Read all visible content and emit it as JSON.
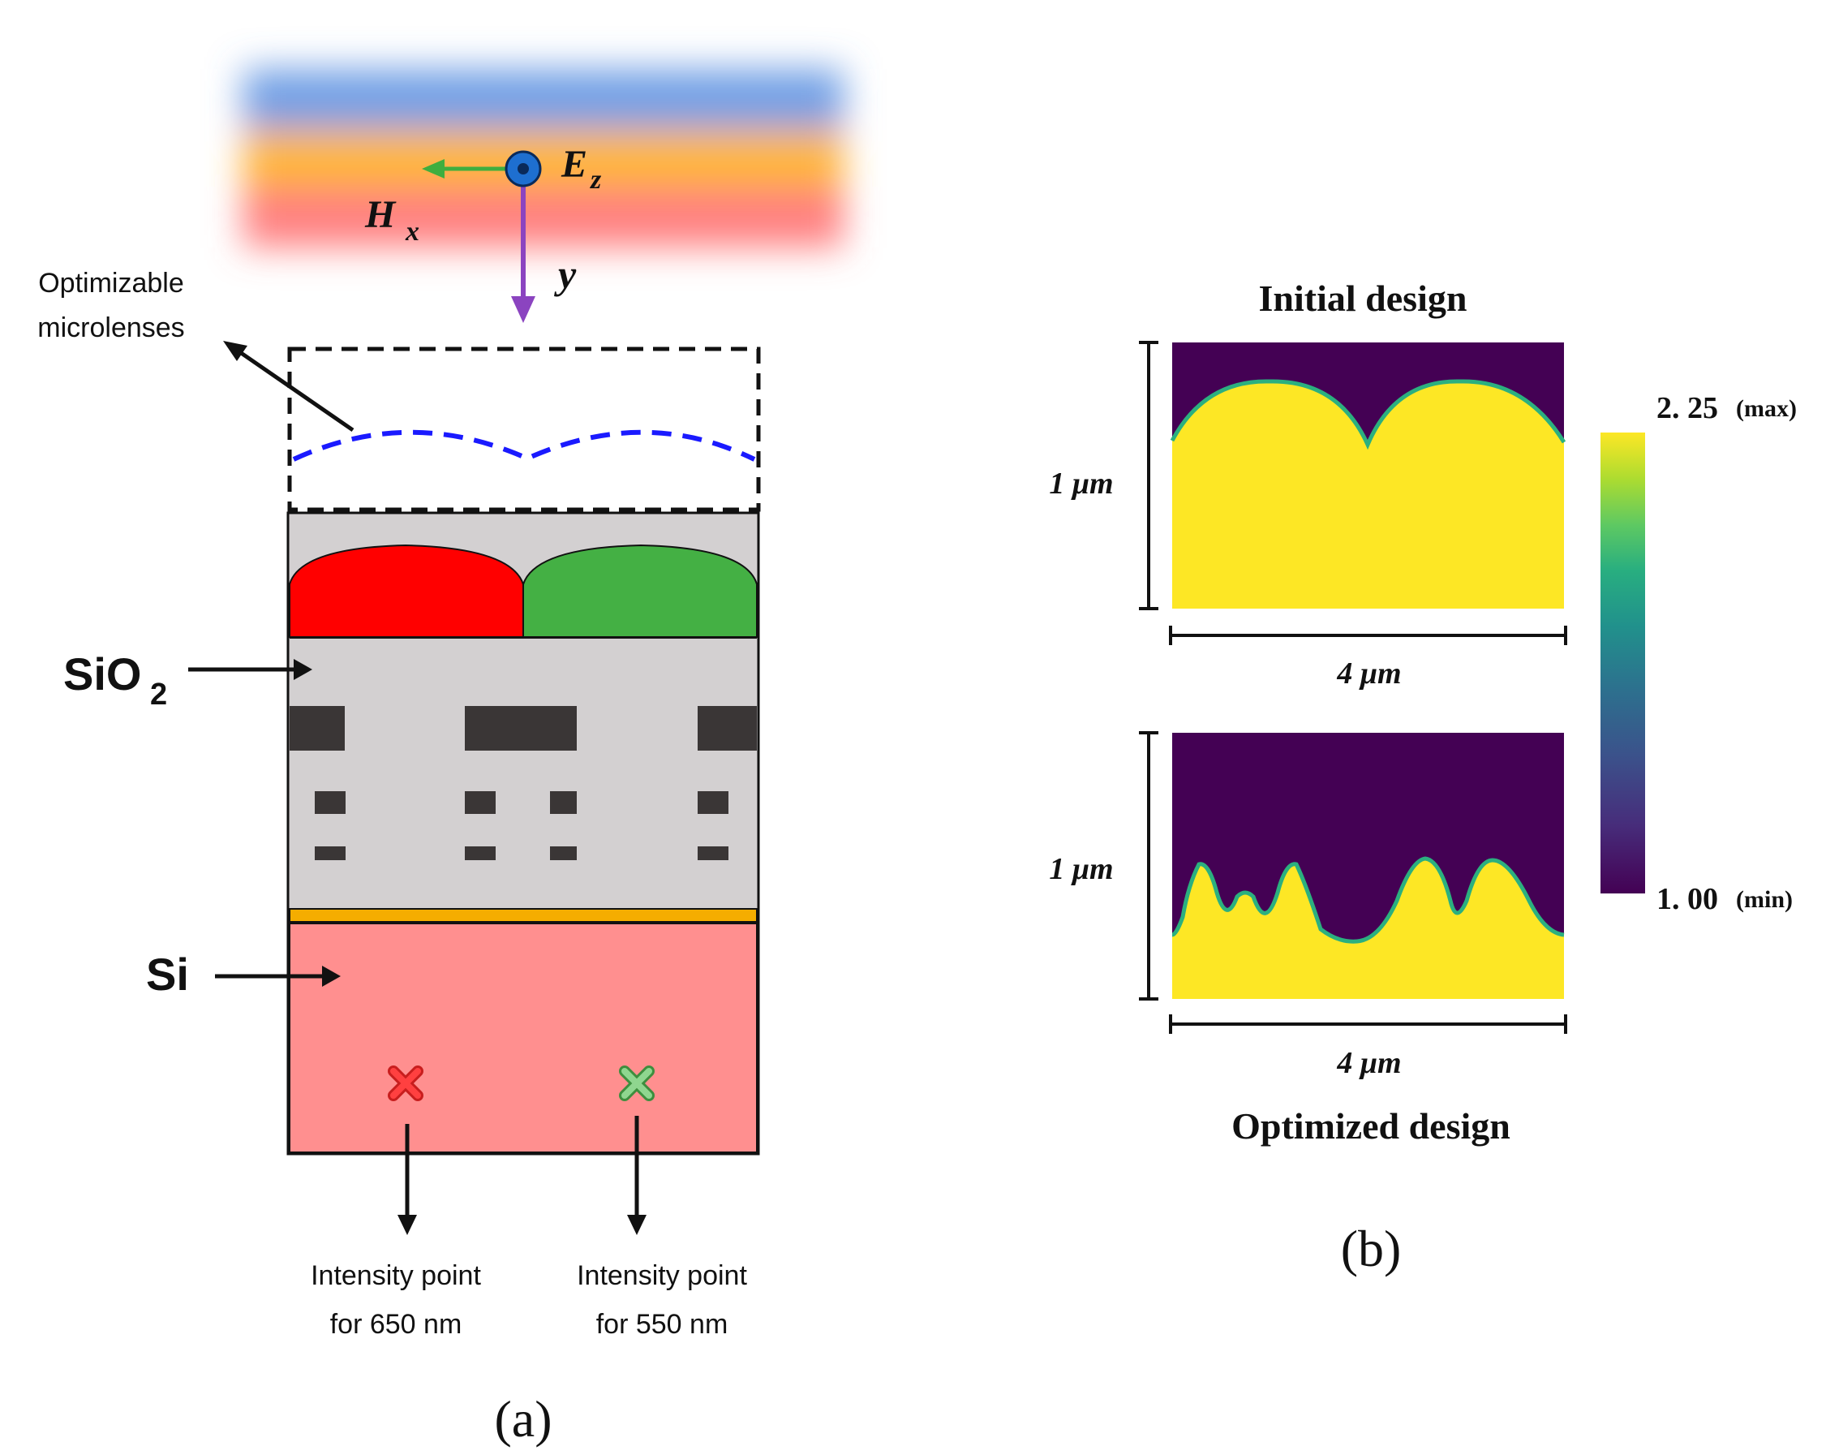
{
  "panel_a": {
    "labels": {
      "field_e": "E",
      "field_e_sub": "z",
      "field_h": "H",
      "field_h_sub": "x",
      "axis_y": "y",
      "microlens_line1": "Optimizable",
      "microlens_line2": "microlenses",
      "sio2_main": "SiO",
      "sio2_sub": "2",
      "si": "Si",
      "point650_line1": "Intensity point",
      "point650_line2": "for 650 nm",
      "point550_line1": "Intensity point",
      "point550_line2": "for 550 nm",
      "caption": "(a)"
    },
    "colors": {
      "lens_red": "#ff0000",
      "lens_green": "#44b044",
      "sio2": "#d3d0d1",
      "si": "#ff8f8f",
      "metal": "#3a3636",
      "filter": "#f5ad00",
      "microlens_dash": "#1a1aff"
    }
  },
  "panel_b": {
    "labels": {
      "initial_title": "Initial design",
      "optimized_title": "Optimized design",
      "height_label": "1 μm",
      "width_label": "4 μm",
      "colorbar_max": "2. 25",
      "colorbar_max_tag": "(max)",
      "colorbar_min": "1. 00",
      "colorbar_min_tag": "(min)",
      "caption": "(b)"
    },
    "colors": {
      "low": "#440154",
      "high": "#fde725"
    }
  }
}
